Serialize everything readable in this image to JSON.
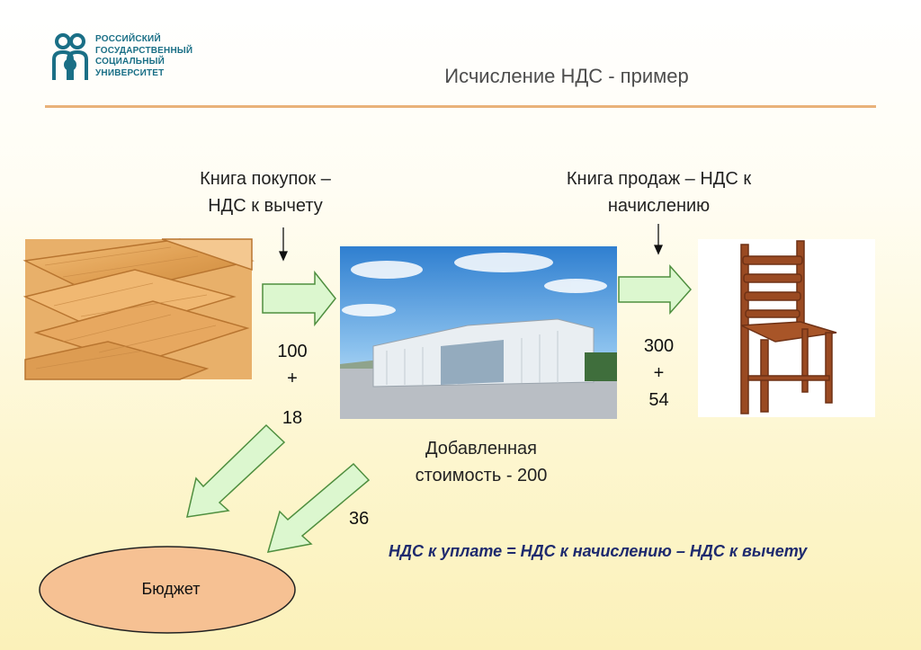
{
  "header": {
    "logo_text_lines": [
      "РОССИЙСКИЙ",
      "ГОСУДАРСТВЕННЫЙ",
      "СОЦИАЛЬНЫЙ",
      "УНИВЕРСИТЕТ"
    ],
    "title": "Исчисление НДС - пример"
  },
  "diagram": {
    "purchase_book_line1": "Книга покупок –",
    "purchase_book_line2": "НДС к вычету",
    "sales_book_line1": "Книга продаж – НДС к",
    "sales_book_line2": "начислению",
    "input_price": "100",
    "input_plus": "+",
    "input_vat": "18",
    "output_price": "300",
    "output_plus": "+",
    "output_vat": "54",
    "added_value_line1": "Добавленная",
    "added_value_line2": "стоимость - 200",
    "vat_to_budget": "36",
    "budget": "Бюджет",
    "formula": "НДС к уплате = НДС к начислению – НДС к вычету"
  },
  "colors": {
    "arrow_fill": "#dcf7cf",
    "arrow_stroke": "#4f8f3f",
    "budget_fill": "#f6c193",
    "rule": "#e9b27a",
    "formula_text": "#1e2a6e"
  }
}
